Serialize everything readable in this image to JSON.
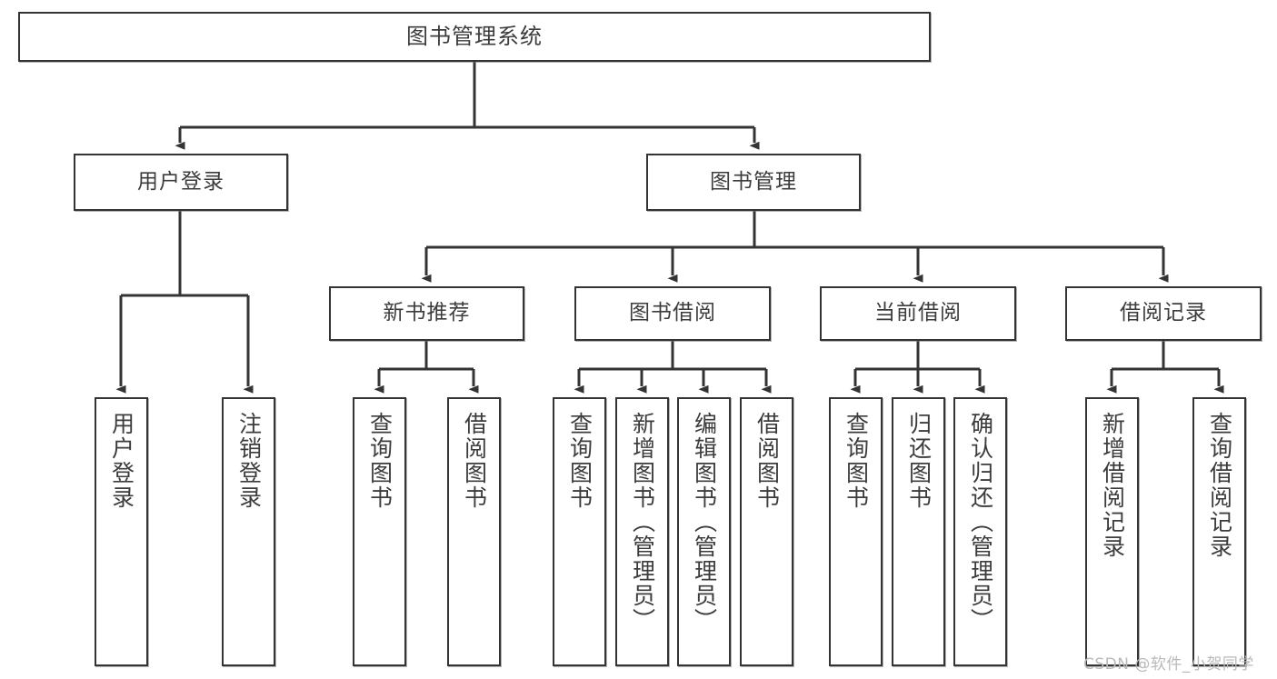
{
  "diagram": {
    "title": "图书管理系统",
    "type": "tree",
    "watermark": "CSDN @软件_小贺同学",
    "colors": {
      "border": "#343434",
      "text": "#3c3c3c",
      "background": "#ffffff",
      "watermark": "#b9b9b9"
    },
    "nodes": {
      "root": {
        "label": "图书管理系统"
      },
      "level2": [
        {
          "label": "用户登录"
        },
        {
          "label": "图书管理"
        }
      ],
      "level3": [
        {
          "label": "新书推荐"
        },
        {
          "label": "图书借阅"
        },
        {
          "label": "当前借阅"
        },
        {
          "label": "借阅记录"
        }
      ],
      "leaves": {
        "user_login": [
          {
            "label": "用户登录"
          },
          {
            "label": "注销登录"
          }
        ],
        "new_book": [
          {
            "label": "查询图书"
          },
          {
            "label": "借阅图书"
          }
        ],
        "book_borrow": [
          {
            "label": "查询图书"
          },
          {
            "label": "新增图书（管理员）"
          },
          {
            "label": "编辑图书（管理员）"
          },
          {
            "label": "借阅图书"
          }
        ],
        "current_borrow": [
          {
            "label": "查询图书"
          },
          {
            "label": "归还图书"
          },
          {
            "label": "确认归还（管理员）"
          }
        ],
        "borrow_record": [
          {
            "label": "新增借阅记录"
          },
          {
            "label": "查询借阅记录"
          }
        ]
      }
    }
  }
}
